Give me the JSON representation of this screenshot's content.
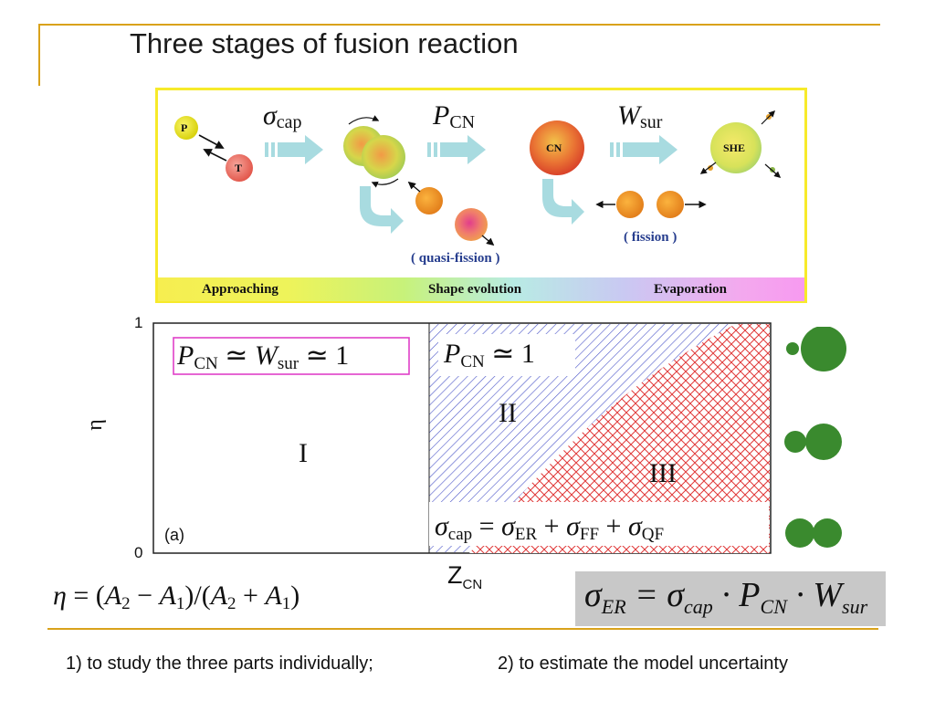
{
  "slide": {
    "title": "Three stages of fusion reaction",
    "goals": [
      "1) to study the three parts individually;",
      "2) to estimate the model uncertainty"
    ]
  },
  "stages_diagram": {
    "steps": [
      {
        "symbol": "σ",
        "subscript": "cap"
      },
      {
        "symbol": "P",
        "subscript": "CN"
      },
      {
        "symbol": "W",
        "subscript": "sur"
      }
    ],
    "nucleus_labels": {
      "projectile": "P",
      "target": "T",
      "compound": "CN",
      "superheavy": "SHE"
    },
    "branch_labels": [
      "( quasi-fission )",
      "( fission )"
    ],
    "stage_names": [
      "Approaching",
      "Shape evolution",
      "Evaporation"
    ],
    "colors": {
      "panel_border": "#f7ea2a",
      "arrow": "#a8dbe0"
    }
  },
  "phase_plot": {
    "panel_label": "(a)",
    "y_axis": {
      "label": "η",
      "ticks": [
        "1",
        "0"
      ]
    },
    "x_axis": {
      "label_main": "Z",
      "label_sub": "CN"
    },
    "regions": [
      {
        "numeral": "I",
        "condition": "PCN ≃ Wsur ≃ 1"
      },
      {
        "numeral": "II",
        "condition": "PCN ≃ 1"
      },
      {
        "numeral": "III"
      }
    ],
    "capture_formula": "σcap = σER + σFF + σQF",
    "colors": {
      "region_ii_hatch": "#4b55c8",
      "region_iii_hatch": "#e03838",
      "condition_box": "#e040c8",
      "dinuclear": "#3a8a2e"
    }
  },
  "formulas": {
    "asymmetry": "η = (A2 − A1)/(A2 + A1)",
    "evaporation_residue": "σER = σcap · PCN · Wsur"
  }
}
